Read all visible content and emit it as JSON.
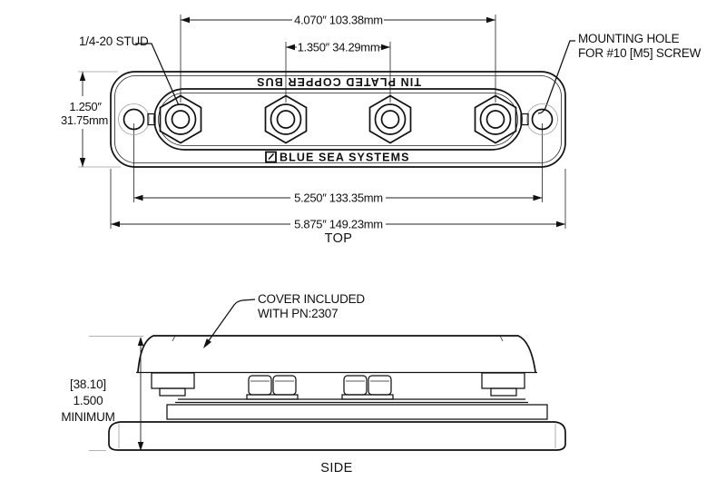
{
  "drawing": {
    "title": "Bus bar technical drawing",
    "colors": {
      "line": "#111111",
      "faint_line": "#9a9a9a",
      "background": "#ffffff"
    },
    "top": {
      "view_label": "TOP",
      "stud_label": "1/4-20 STUD",
      "mounting_hole_label": [
        "MOUNTING HOLE",
        "FOR #10 [M5] SCREW"
      ],
      "bus_text": "TIN PLATED COPPER BUS",
      "brand_text": "BLUE SEA SYSTEMS",
      "dims": {
        "stud_span": "4.070″  103.38mm",
        "inner_span": "1.350″ 34.29mm",
        "height_in": "1.250″",
        "height_mm": "31.75mm",
        "hole_span": "5.250″  133.35mm",
        "overall_span": "5.875″  149.23mm"
      }
    },
    "side": {
      "view_label": "SIDE",
      "cover_note": [
        "COVER INCLUDED",
        "WITH PN:2307"
      ],
      "dims": {
        "height_mm_bracket": "[38.10]",
        "height_in": "1.500",
        "height_note": "MINIMUM"
      }
    }
  }
}
